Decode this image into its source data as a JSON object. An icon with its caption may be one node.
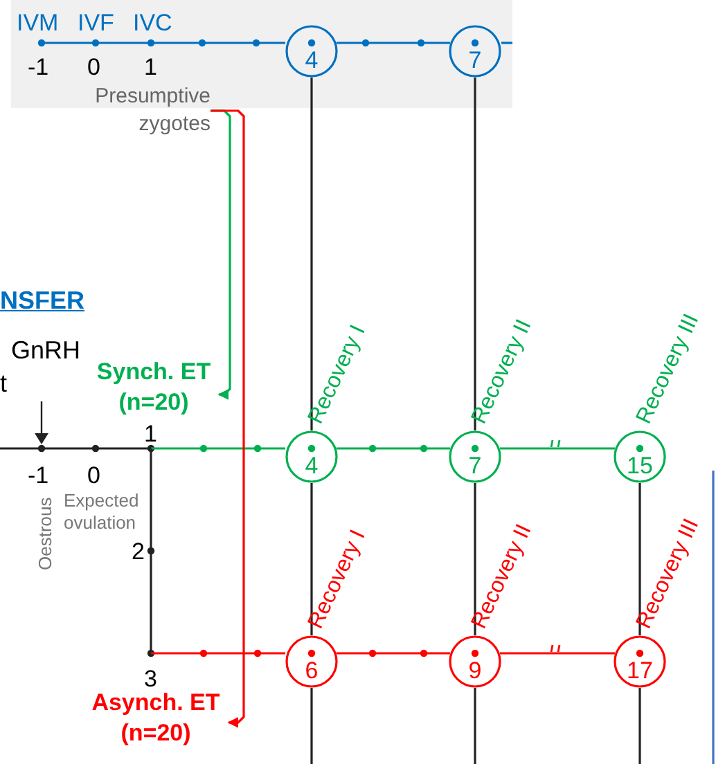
{
  "diagram": {
    "nodes": [
      {
        "text": [
          "4"
        ]
      },
      {
        "text": [
          "7"
        ]
      },
      {
        "text": [
          "Presumptive zygotes"
        ]
      },
      {
        "text": [
          "Synch. ET (n=20)"
        ]
      },
      {
        "text": [
          "4"
        ],
        "beside": [
          "Recovery I"
        ]
      },
      {
        "text": [
          "7"
        ],
        "beside": [
          "Recovery II"
        ]
      },
      {
        "text": [
          "15"
        ],
        "beside": [
          "Recovery III"
        ]
      },
      {
        "text": [
          "6"
        ],
        "beside": [
          "Recovery I"
        ]
      },
      {
        "text": [
          "9"
        ],
        "beside": [
          "Recovery II"
        ]
      },
      {
        "text": [
          "17"
        ],
        "beside": [
          "Recovery III"
        ]
      },
      {
        "text": [
          "Asynch. ET (n=20)"
        ]
      }
    ],
    "edges": [
      {
        "from": 2,
        "to": 3,
        "arrow": "to",
        "color": "#00b050"
      },
      {
        "from": 2,
        "to": 10,
        "arrow": "to",
        "color": "#ff0000"
      },
      {
        "from": 0,
        "to": 1,
        "arrow": "none",
        "color": "#0070c0"
      },
      {
        "from": 0,
        "to": 4,
        "arrow": "none"
      },
      {
        "from": 1,
        "to": 5,
        "arrow": "none"
      },
      {
        "from": 4,
        "to": 5,
        "arrow": "none",
        "color": "#00b050"
      },
      {
        "from": 5,
        "to": 6,
        "arrow": "none",
        "color": "#00b050"
      },
      {
        "from": 4,
        "to": 7,
        "arrow": "none"
      },
      {
        "from": 5,
        "to": 8,
        "arrow": "none"
      },
      {
        "from": 6,
        "to": 9,
        "arrow": "none"
      },
      {
        "from": 7,
        "to": 8,
        "arrow": "none",
        "color": "#ff0000"
      },
      {
        "from": 8,
        "to": 9,
        "arrow": "none",
        "color": "#ff0000"
      },
      {
        "from": 7,
        "to": null,
        "arrow": "none"
      },
      {
        "from": 8,
        "to": null,
        "arrow": "none"
      },
      {
        "from": 9,
        "to": null,
        "arrow": "none"
      }
    ],
    "labels": [
      "IVM",
      "IVF",
      "IVC",
      "-1",
      "0",
      "1",
      "NSFER",
      "GnRH",
      "t",
      "1",
      "-1",
      "0",
      "Oestrous",
      "Expected ovulation",
      "2",
      "3"
    ]
  }
}
